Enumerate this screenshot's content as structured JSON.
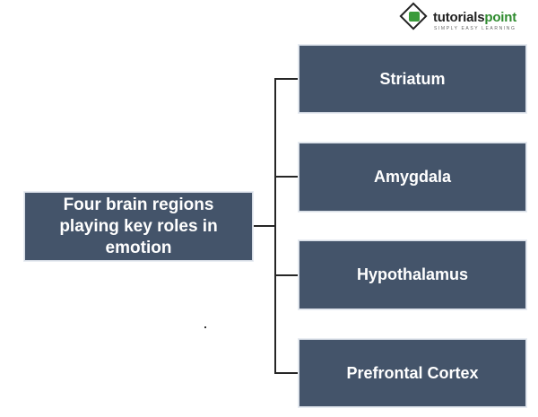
{
  "logo": {
    "brand_main": "tutorials",
    "brand_accent": "point",
    "tagline": "SIMPLY EASY LEARNING"
  },
  "diagram": {
    "root": {
      "label": "Four brain regions playing key roles in emotion"
    },
    "children": [
      {
        "label": "Striatum"
      },
      {
        "label": "Amygdala"
      },
      {
        "label": "Hypothalamus"
      },
      {
        "label": "Prefrontal Cortex"
      }
    ],
    "colors": {
      "box_fill": "#44546a",
      "box_text": "#ffffff",
      "connector": "#262626"
    }
  }
}
